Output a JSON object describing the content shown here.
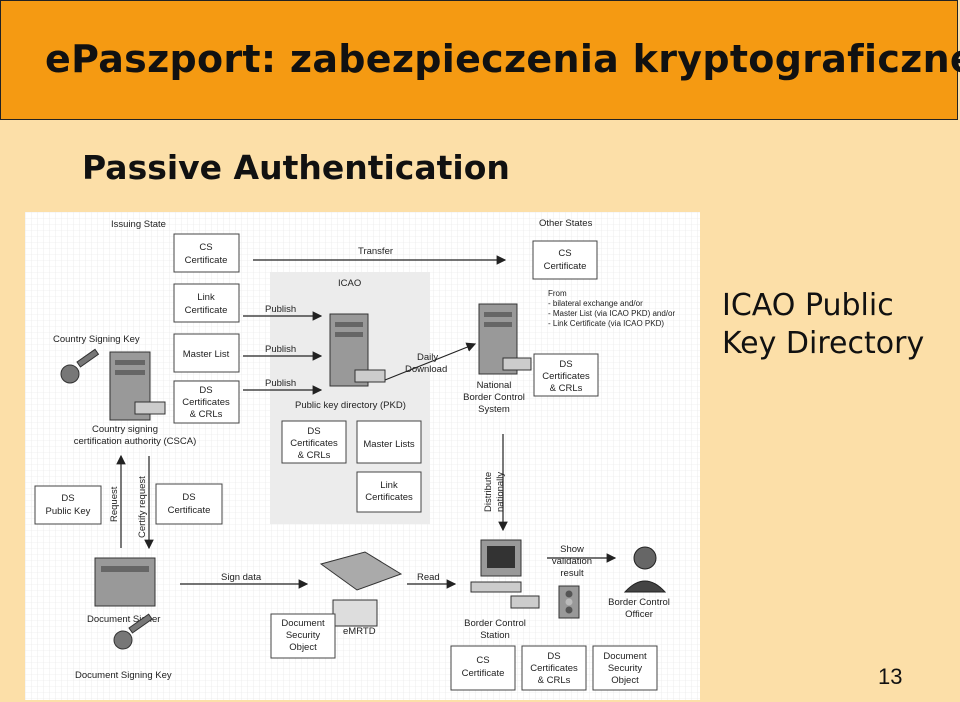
{
  "slide": {
    "title": "ePaszport: zabezpieczenia kryptograficzne",
    "subtitle": "Passive Authentication",
    "side_note": [
      "ICAO Public",
      "Key Directory"
    ],
    "page_number": "13"
  },
  "colors": {
    "header": "#f59a12",
    "background": "#fcdfa8"
  },
  "diagram": {
    "issuing_state": "Issuing State",
    "other_states": "Other States",
    "icao": "ICAO",
    "cs_certificate": [
      "CS",
      "Certificate"
    ],
    "link_certificate": [
      "Link",
      "Certificate"
    ],
    "master_list": "Master List",
    "ds_certs_crls": [
      "DS",
      "Certificates",
      "& CRLs"
    ],
    "country_signing_key": "Country Signing Key",
    "csca": [
      "Country signing",
      "certification authority (CSCA)"
    ],
    "transfer": "Transfer",
    "publish": "Publish",
    "pkd": "Public key directory (PKD)",
    "daily_download": [
      "Daily",
      "Download"
    ],
    "master_lists": "Master Lists",
    "link_certificates": [
      "Link",
      "Certificates"
    ],
    "from_lines": [
      "From",
      "- bilateral exchange and/or",
      "- Master List (via ICAO PKD) and/or",
      "- Link Certificate (via ICAO PKD)"
    ],
    "national_border": [
      "National",
      "Border Control",
      "System"
    ],
    "distribute": [
      "Distribute",
      "nationally"
    ],
    "ds_public_key": [
      "DS",
      "Public Key"
    ],
    "request": "Request",
    "certify_request": "Certify request",
    "ds_certificate": [
      "DS",
      "Certificate"
    ],
    "document_signer": "Document Signer",
    "document_signing_key": "Document Signing Key",
    "sign_data": "Sign data",
    "read": "Read",
    "dso": [
      "Document",
      "Security",
      "Object"
    ],
    "emrtd": "eMRTD",
    "show_validation": [
      "Show",
      "validation",
      "result"
    ],
    "border_control_station": [
      "Border Control",
      "Station"
    ],
    "border_control_officer": [
      "Border Control",
      "Officer"
    ]
  }
}
